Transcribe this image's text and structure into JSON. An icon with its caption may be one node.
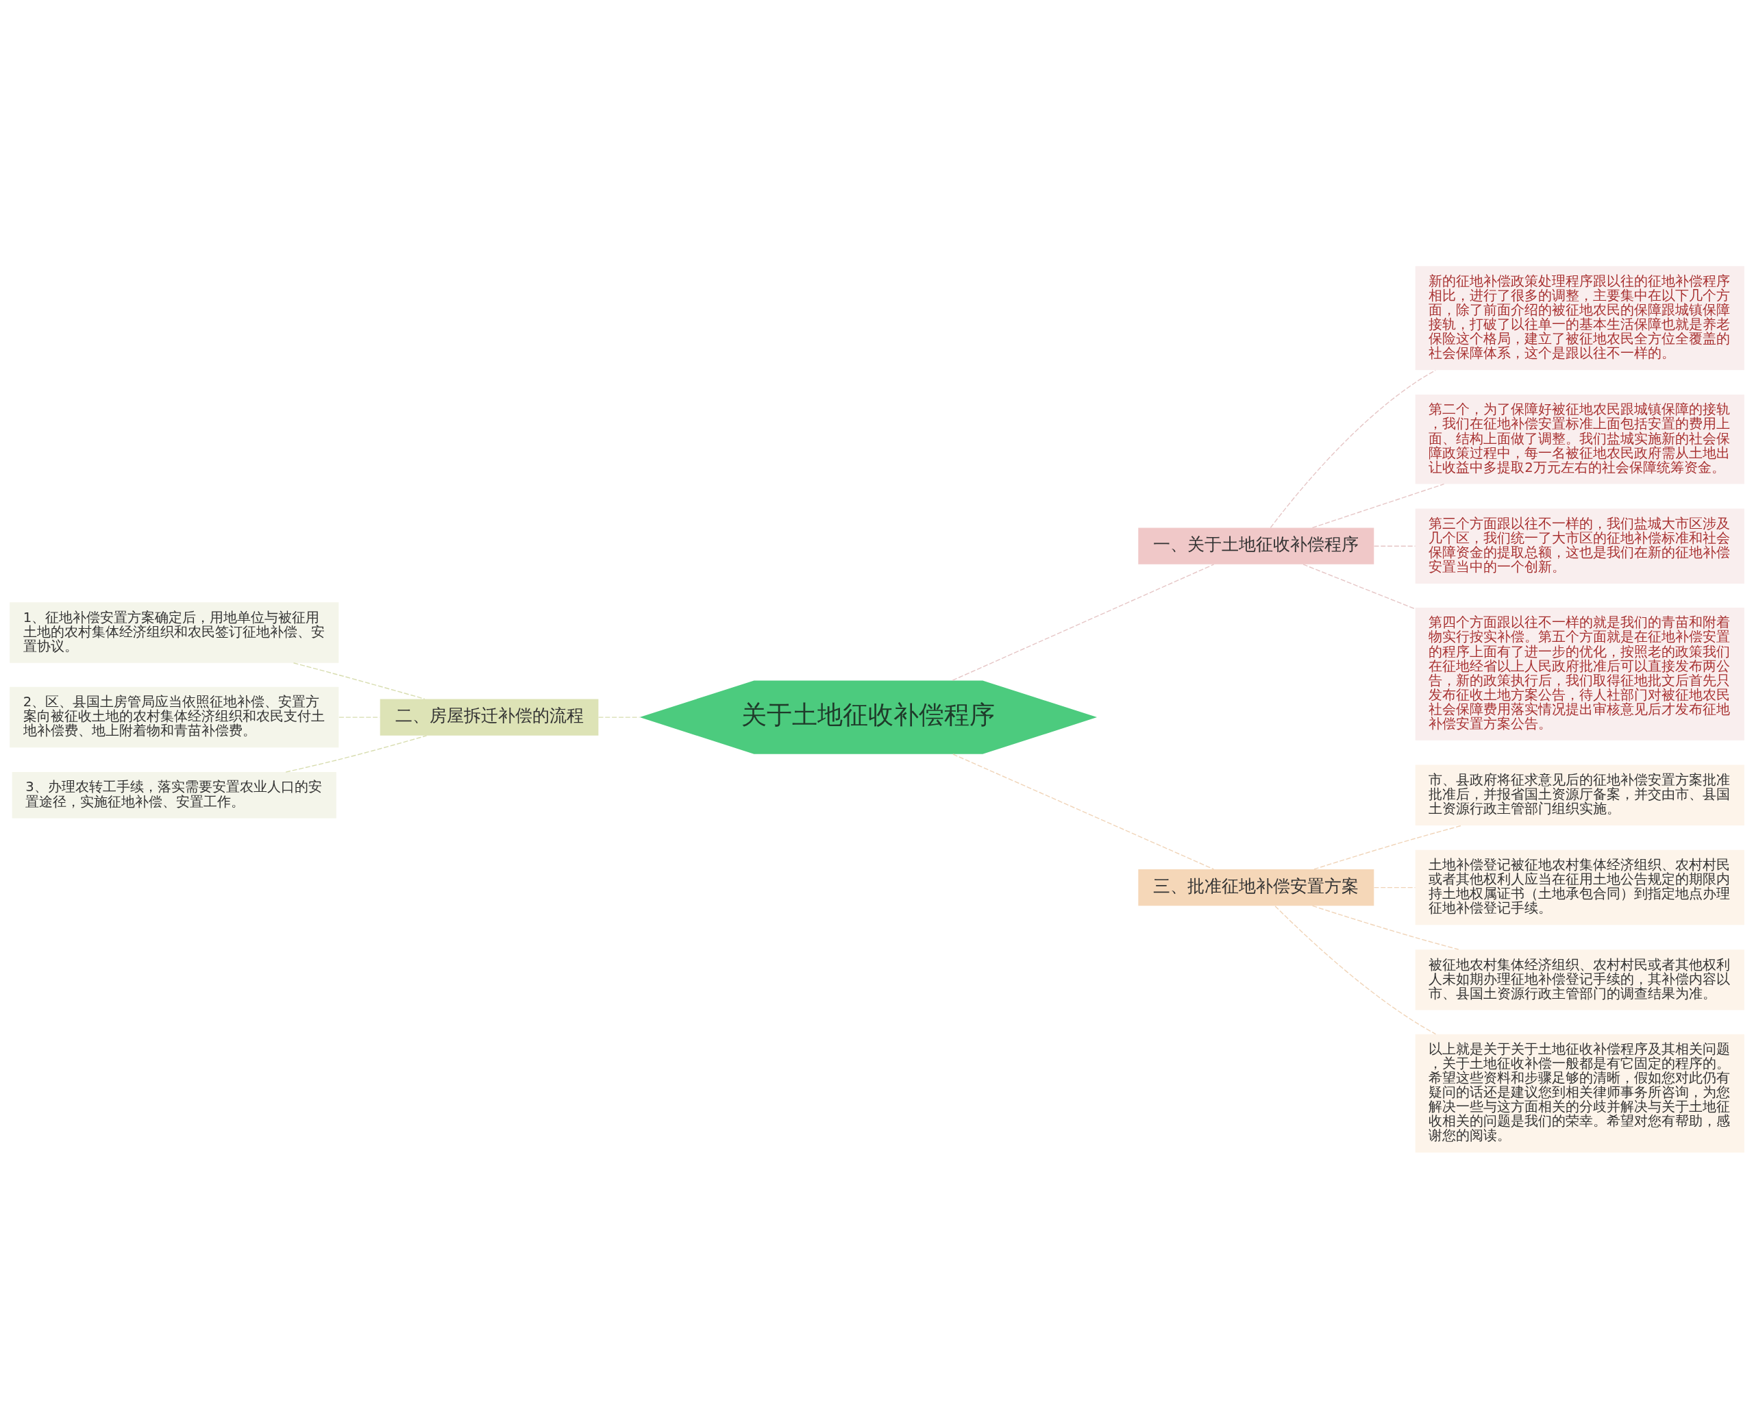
{
  "diagram": {
    "nodes": [
      {
        "text": [
          "关于土地征收补偿程序"
        ]
      },
      {
        "text": [
          "一、关于土地征收补偿程序"
        ]
      },
      {
        "text": [
          "新的征地补偿政策处理程序跟以往的征地补偿程序相比，进行了很多的调整，主要集中在以下几个方面，除了前面介绍的被征地农民的保障跟城镇保障接轨，打破了以往单一的基本生活保障也就是养老保险这个格局，建立了被征地农民全方位全覆盖的社会保障体系，这个是跟以往不一样的。"
        ]
      },
      {
        "text": [
          "第二个，为了保障好被征地农民跟城镇保障的接轨，我们在征地补偿安置标准上面包括安置的费用上面、结构上面做了调整。我们盐城实施新的社会保障政策过程中，每一名被征地农民政府需从土地出让收益中多提取2万元左右的社会保障统筹资金。"
        ]
      },
      {
        "text": [
          "第三个方面跟以往不一样的，我们盐城大市区涉及几个区，我们统一了大市区的征地补偿标准和社会保障资金的提取总额，这也是我们在新的征地补偿安置当中的一个创新。"
        ]
      },
      {
        "text": [
          "第四个方面跟以往不一样的就是我们的青苗和附着物实行按实补偿。第五个方面就是在征地补偿安置的程序上面有了进一步的优化，按照老的政策我们在征地经省以上人民政府批准后可以直接发布两公告，新的政策执行后，我们取得征地批文后首先只发布征收土地方案公告，待人社部门对被征地农民社会保障费用落实情况提出审核意见后才发布征地补偿安置方案公告。"
        ]
      },
      {
        "text": [
          "三、批准征地补偿安置方案"
        ]
      },
      {
        "text": [
          "市、县政府将征求意见后的征地补偿安置方案批准批准后，并报省国土资源厅备案，并交由市、县国土资源行政主管部门组织实施。"
        ]
      },
      {
        "text": [
          "土地补偿登记被征地农村集体经济组织、农村村民或者其他权利人应当在征用土地公告规定的期限内持土地权属证书（土地承包合同）到指定地点办理征地补偿登记手续。"
        ]
      },
      {
        "text": [
          "被征地农村集体经济组织、农村村民或者其他权利人未如期办理征地补偿登记手续的，其补偿内容以市、县国土资源行政主管部门的调查结果为准。"
        ]
      },
      {
        "text": [
          "以上就是关于关于土地征收补偿程序及其相关问题，关于土地征收补偿一般都是有它固定的程序的。希望这些资料和步骤足够的清晰，假如您对此仍有疑问的话还是建议您到相关律师事务所咨询，为您解决一些与这方面相关的分歧并解决与关于土地征收相关的问题是我们的荣幸。希望对您有帮助，感谢您的阅读。"
        ]
      },
      {
        "text": [
          "二、房屋拆迁补偿的流程"
        ]
      },
      {
        "text": [
          "1、征地补偿安置方案确定后，用地单位与被征用土地的农村集体经济组织和农民签订征地补偿、安置协议。"
        ]
      },
      {
        "text": [
          "2、区、县国土房管局应当依照征地补偿、安置方案向被征收土地的农村集体经济组织和农民支付土地补偿费、地上附着物和青苗补偿费。"
        ]
      },
      {
        "text": [
          "3、办理农转工手续，落实需要安置农业人口的安置途径，实施征地补偿、安置工作。"
        ]
      }
    ],
    "edges": [
      {
        "from": 0,
        "to": 1,
        "arrow": "none",
        "style": "dashed",
        "color": "#e6c6c6"
      },
      {
        "from": 1,
        "to": 2,
        "arrow": "none",
        "style": "dashed",
        "color": "#e6c6c6"
      },
      {
        "from": 1,
        "to": 3,
        "arrow": "none",
        "style": "dashed",
        "color": "#e6c6c6"
      },
      {
        "from": 1,
        "to": 4,
        "arrow": "none",
        "style": "dashed",
        "color": "#e6c6c6"
      },
      {
        "from": 1,
        "to": 5,
        "arrow": "none",
        "style": "dashed",
        "color": "#e6c6c6"
      },
      {
        "from": 0,
        "to": 6,
        "arrow": "none",
        "style": "dashed",
        "color": "#f0d4b8"
      },
      {
        "from": 6,
        "to": 7,
        "arrow": "none",
        "style": "dashed",
        "color": "#f0d4b8"
      },
      {
        "from": 6,
        "to": 8,
        "arrow": "none",
        "style": "dashed",
        "color": "#f0d4b8"
      },
      {
        "from": 6,
        "to": 9,
        "arrow": "none",
        "style": "dashed",
        "color": "#f0d4b8"
      },
      {
        "from": 6,
        "to": 10,
        "arrow": "none",
        "style": "dashed",
        "color": "#f0d4b8"
      },
      {
        "from": 0,
        "to": 11,
        "arrow": "none",
        "style": "dashed",
        "color": "#d8ddb0"
      },
      {
        "from": 11,
        "to": 12,
        "arrow": "none",
        "style": "dashed",
        "color": "#d8ddb0"
      },
      {
        "from": 11,
        "to": 13,
        "arrow": "none",
        "style": "dashed",
        "color": "#d8ddb0"
      },
      {
        "from": 11,
        "to": 14,
        "arrow": "none",
        "style": "dashed",
        "color": "#d8ddb0"
      }
    ]
  }
}
